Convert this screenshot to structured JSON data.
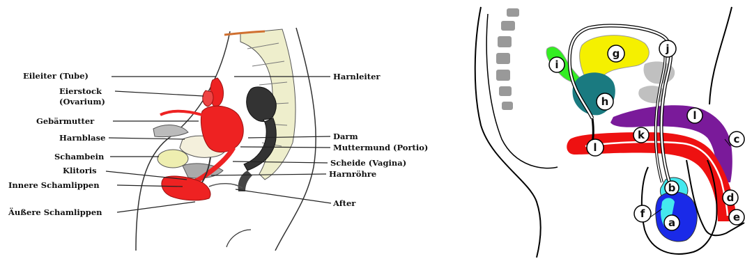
{
  "left_diagram": {
    "labels_left": [
      "Eileiter (Tube)",
      "Eierstock",
      "(Ovarium)",
      "Gebärmutter",
      "Harnblase",
      "Schambein",
      "Klitoris",
      "Innere Schamlippen",
      "Äußere Schamlippen"
    ],
    "labels_right": [
      "Harnleiter",
      "Darm",
      "Muttermund (Portio)",
      "Scheide (Vagina)",
      "Harnröhre",
      "After"
    ]
  },
  "right_diagram": {
    "markers": [
      "a",
      "b",
      "c",
      "d",
      "e",
      "f",
      "g",
      "h",
      "i",
      "j",
      "k",
      "l",
      "l"
    ],
    "colors": {
      "red": "#ee1111",
      "purple": "#7a1a9a",
      "yellow": "#f5f000",
      "green": "#33ee22",
      "teal": "#1a7a80",
      "cyan": "#44e8ee",
      "blue": "#1a2ae8",
      "gray": "#c0c0c0"
    }
  }
}
